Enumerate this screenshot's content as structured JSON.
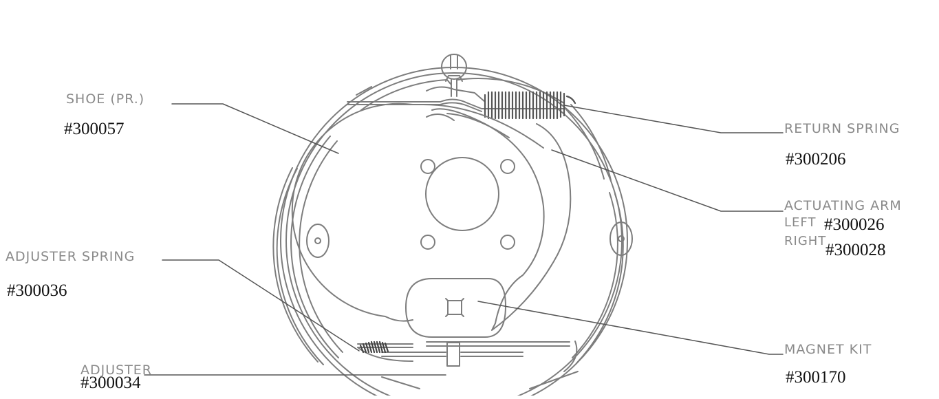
{
  "colors": {
    "ink": "#7d7d7d",
    "dark_ink": "#555555",
    "part_number": "#111111",
    "background": "#ffffff"
  },
  "parts": {
    "shoe": {
      "label": "SHOE (PR.)",
      "number": "#300057"
    },
    "return_spring": {
      "label": "RETURN SPRING",
      "number": "#300206"
    },
    "actuating_arm": {
      "label": "ACTUATING ARM",
      "left_label": "LEFT",
      "left_number": "#300026",
      "right_label": "RIGHT",
      "right_number": "#300028"
    },
    "adjuster_spring": {
      "label": "ADJUSTER SPRING",
      "number": "#300036"
    },
    "adjuster": {
      "label": "ADJUSTER",
      "number": "#300034"
    },
    "magnet_kit": {
      "label": "MAGNET KIT",
      "number": "#300170"
    }
  }
}
